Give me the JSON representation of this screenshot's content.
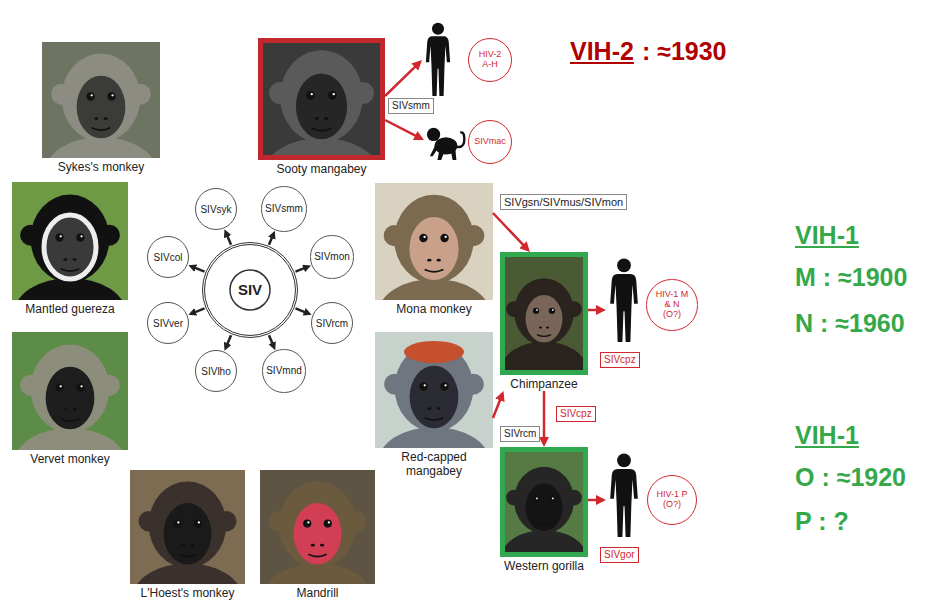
{
  "diagram": {
    "nodes": [
      {
        "text": [
          "Sykes's monkey"
        ]
      },
      {
        "text": [
          "Sooty mangabey"
        ]
      },
      {
        "text": [
          "HIV-2 A-H"
        ]
      },
      {
        "text": [
          "SIVmac"
        ]
      },
      {
        "text": [
          "Mantled guereza"
        ]
      },
      {
        "text": [
          "SIV"
        ]
      },
      {
        "text": [
          "SIVsyk"
        ]
      },
      {
        "text": [
          "SIVsmm"
        ]
      },
      {
        "text": [
          "SIVmon"
        ]
      },
      {
        "text": [
          "SIVrcm"
        ]
      },
      {
        "text": [
          "SIVmnd"
        ]
      },
      {
        "text": [
          "SIVlho"
        ]
      },
      {
        "text": [
          "SIVver"
        ]
      },
      {
        "text": [
          "SIVcol"
        ]
      },
      {
        "text": [
          "Mona monkey"
        ]
      },
      {
        "text": [
          "Chimpanzee"
        ]
      },
      {
        "text": [
          "HIV-1 M & N (O?)"
        ]
      },
      {
        "text": [
          "Vervet monkey"
        ]
      },
      {
        "text": [
          "Red-capped mangabey"
        ]
      },
      {
        "text": [
          "Western gorilla"
        ]
      },
      {
        "text": [
          "HIV-1 P (O?)"
        ]
      },
      {
        "text": [
          "L'Hoest's monkey"
        ]
      },
      {
        "text": [
          "Mandrill"
        ]
      }
    ],
    "edges": [
      {
        "from": 1,
        "to": 2,
        "arrow": "to",
        "label": "SIVsmm"
      },
      {
        "from": 1,
        "to": 3,
        "arrow": "to"
      },
      {
        "from": 5,
        "to": 6,
        "arrow": "to"
      },
      {
        "from": 5,
        "to": 7,
        "arrow": "to"
      },
      {
        "from": 5,
        "to": 8,
        "arrow": "to"
      },
      {
        "from": 5,
        "to": 9,
        "arrow": "to"
      },
      {
        "from": 5,
        "to": 10,
        "arrow": "to"
      },
      {
        "from": 5,
        "to": 11,
        "arrow": "to"
      },
      {
        "from": 5,
        "to": 12,
        "arrow": "to"
      },
      {
        "from": 5,
        "to": 13,
        "arrow": "to"
      },
      {
        "from": 14,
        "to": 15,
        "arrow": "to",
        "label": "SIVgsn/SIVmus/SIVmon"
      },
      {
        "from": 18,
        "to": 15,
        "arrow": "to",
        "label": "SIVrcm"
      },
      {
        "from": 15,
        "to": 16,
        "arrow": "to",
        "label": "SIVcpz"
      },
      {
        "from": 15,
        "to": 19,
        "arrow": "to",
        "label": "SIVcpz"
      },
      {
        "from": 19,
        "to": 20,
        "arrow": "to",
        "label": "SIVgor"
      }
    ],
    "labels": [
      "VIH-2",
      ": ≈1930",
      "VIH-1",
      "M : ≈1900",
      "N : ≈1960",
      "VIH-1",
      "O : ≈1920",
      "P : ?"
    ]
  }
}
